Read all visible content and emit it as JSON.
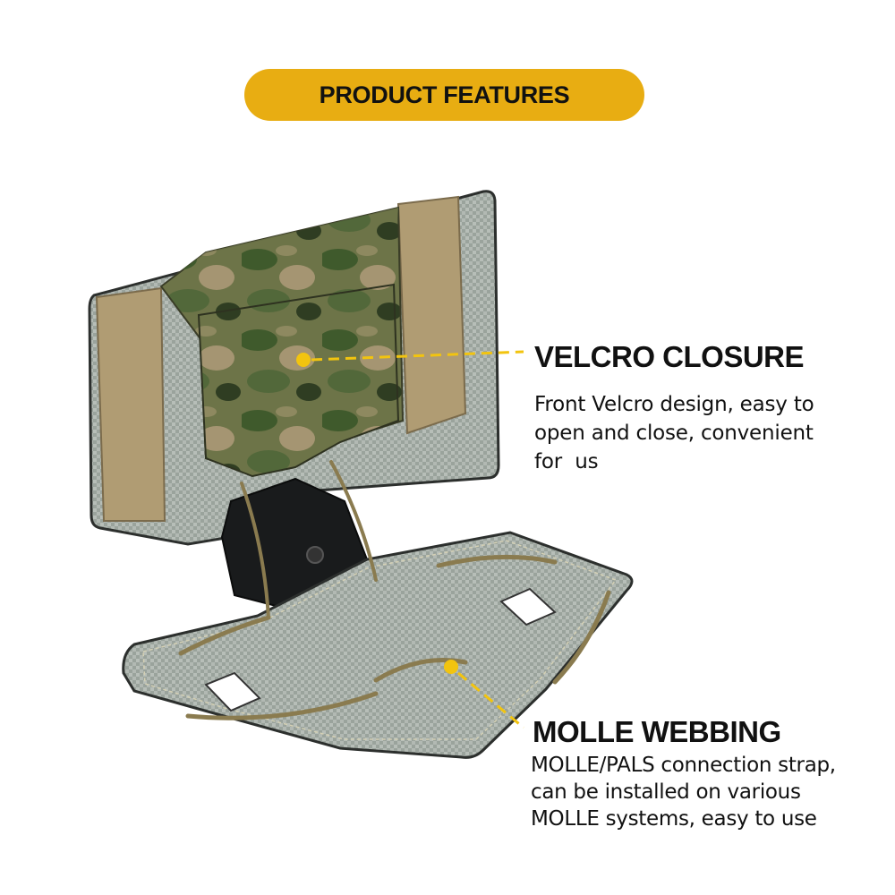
{
  "header": {
    "title": "PRODUCT FEATURES"
  },
  "features": [
    {
      "title": "VELCRO CLOSURE",
      "lines": [
        "Front Velcro design, easy to",
        "open and close, convenient",
        "for  us"
      ]
    },
    {
      "title": "MOLLE WEBBING",
      "lines": [
        "MOLLE/PALS connection strap,",
        "can be installed on various",
        "MOLLE systems, easy to use"
      ]
    }
  ],
  "colors": {
    "accent": "#e8ad12",
    "callout": "#f2c40f",
    "text": "#111111"
  }
}
